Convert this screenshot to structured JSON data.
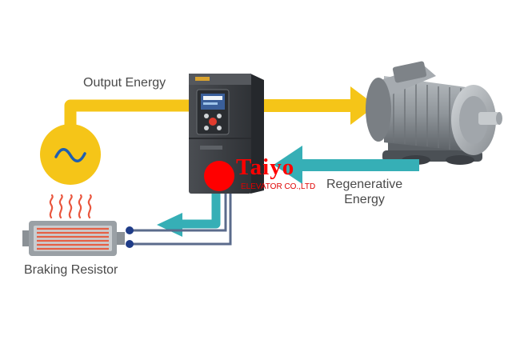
{
  "labels": {
    "output_energy": "Output Energy",
    "regenerative_line1": "Regenerative",
    "regenerative_line2": "Energy",
    "braking_resistor": "Braking Resistor"
  },
  "logo": {
    "name": "Taiyo",
    "subtitle": "ELEVATOR CO.,LTD"
  },
  "colors": {
    "output_flow": "#f5c518",
    "regen_flow": "#36afb6",
    "inverter_body": "#3f4247",
    "motor_body": "#8d9297",
    "resistor_element": "#e55f45",
    "heat_waves": "#e9573f",
    "logo_red": "#ff0000",
    "terminal_blue": "#1f3c88",
    "source_wave": "#1f5fb0",
    "label_text": "#4a4a4a"
  },
  "icons": {
    "ac_source": "sine-wave-icon",
    "heat": "heat-waves-icon"
  }
}
